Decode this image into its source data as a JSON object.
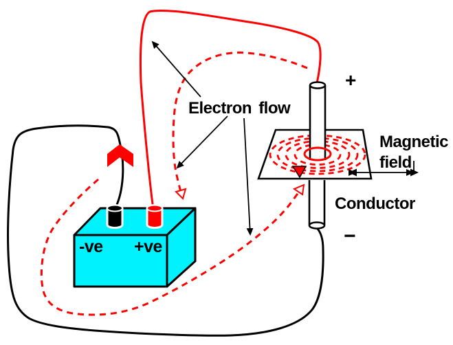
{
  "labels": {
    "electron_flow": "Electron flow",
    "magnetic_field_line1": "Magnetic",
    "magnetic_field_line2": "field",
    "conductor": "Conductor",
    "conductor_top_polarity": "+",
    "conductor_bottom_polarity": "−",
    "battery_negative_terminal": "-ve",
    "battery_positive_terminal": "+ve"
  },
  "colors": {
    "red": "#ff0000",
    "black": "#000000",
    "cyan": "#00f2ff",
    "white": "#ffffff"
  }
}
